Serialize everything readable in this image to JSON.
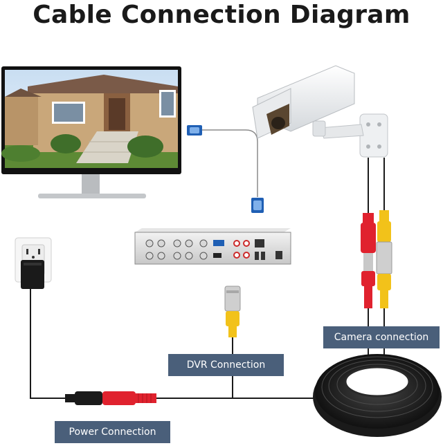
{
  "title": "Cable Connection Diagram",
  "labels": {
    "camera": "Camera connection",
    "dvr": "DVR Connection",
    "power": "Power Connection"
  },
  "colors": {
    "label_bg": "#4a5f7a",
    "cable": "#1a1a1a",
    "bnc_yellow": "#f2c21a",
    "power_red": "#e0222e",
    "vga_blue": "#1f5fb4"
  },
  "icons": [
    "monitor-icon",
    "security-camera-icon",
    "dvr-icon",
    "wall-outlet-icon",
    "power-adapter-icon",
    "cable-coil-icon",
    "vga-connector-icon",
    "bnc-connector-icon",
    "power-plug-icon"
  ]
}
